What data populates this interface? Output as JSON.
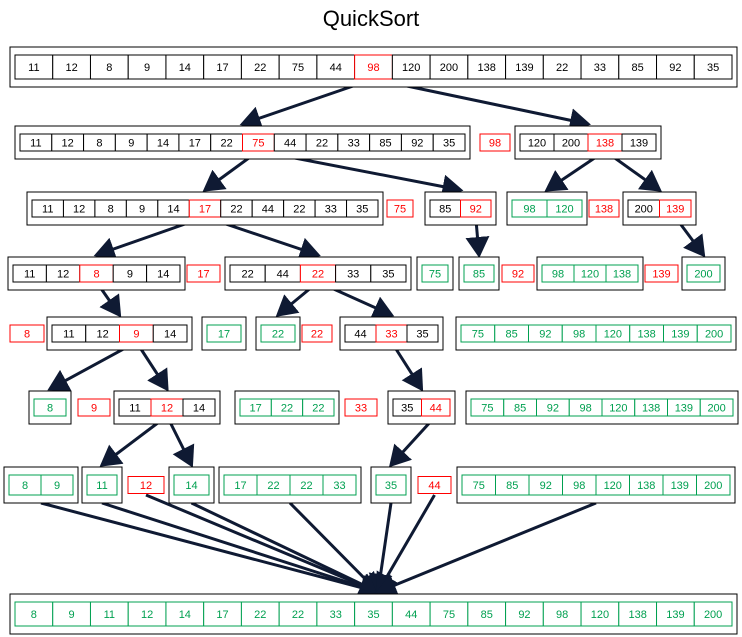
{
  "title": "QuickSort",
  "colors": {
    "default": "#000000",
    "pivot": "#ff0000",
    "sorted": "#00a050",
    "arrow": "#0f1a33"
  },
  "levels": [
    {
      "groups": [
        {
          "cells": [
            11,
            12,
            8,
            9,
            14,
            17,
            22,
            75,
            44,
            98,
            120,
            200,
            138,
            139,
            22,
            33,
            85,
            92,
            35
          ],
          "pivot_index": 9
        }
      ]
    },
    {
      "groups": [
        {
          "cells": [
            11,
            12,
            8,
            9,
            14,
            17,
            22,
            75,
            44,
            22,
            33,
            85,
            92,
            35
          ],
          "pivot_index": 7
        },
        {
          "cells": [
            98
          ],
          "pivot": true
        },
        {
          "cells": [
            120,
            200,
            138,
            139
          ],
          "pivot_index": 2
        }
      ]
    },
    {
      "groups": [
        {
          "cells": [
            11,
            12,
            8,
            9,
            14,
            17,
            22,
            44,
            22,
            33,
            35
          ],
          "pivot_index": 5
        },
        {
          "cells": [
            75
          ],
          "pivot": true
        },
        {
          "cells": [
            85,
            92
          ],
          "pivot_index": 1
        },
        {
          "cells": [
            98,
            120
          ],
          "sorted": true
        },
        {
          "cells": [
            138
          ],
          "pivot": true
        },
        {
          "cells": [
            200,
            139
          ],
          "pivot_index": 1
        }
      ]
    },
    {
      "groups": [
        {
          "cells": [
            11,
            12,
            8,
            9,
            14
          ],
          "pivot_index": 2
        },
        {
          "cells": [
            17
          ],
          "pivot": true
        },
        {
          "cells": [
            22,
            44,
            22,
            33,
            35
          ],
          "pivot_index": 2
        },
        {
          "cells": [
            75
          ],
          "sorted": true
        },
        {
          "cells": [
            85
          ],
          "sorted": true
        },
        {
          "cells": [
            92
          ],
          "pivot": true
        },
        {
          "cells": [
            98,
            120,
            138
          ],
          "sorted": true
        },
        {
          "cells": [
            139
          ],
          "pivot": true
        },
        {
          "cells": [
            200
          ],
          "sorted": true
        }
      ]
    },
    {
      "groups": [
        {
          "cells": [
            8
          ],
          "pivot": true
        },
        {
          "cells": [
            11,
            12,
            9,
            14
          ],
          "pivot_index": 2
        },
        {
          "cells": [
            17
          ],
          "sorted": true
        },
        {
          "cells": [
            22
          ],
          "sorted": true
        },
        {
          "cells": [
            22
          ],
          "pivot": true
        },
        {
          "cells": [
            44,
            33,
            35
          ],
          "pivot_index": 1
        },
        {
          "cells": [
            75,
            85,
            92,
            98,
            120,
            138,
            139,
            200
          ],
          "sorted": true
        }
      ]
    },
    {
      "groups": [
        {
          "cells": [
            8
          ],
          "sorted": true
        },
        {
          "cells": [
            9
          ],
          "pivot": true
        },
        {
          "cells": [
            11,
            12,
            14
          ],
          "pivot_index": 1
        },
        {
          "cells": [
            17,
            22,
            22
          ],
          "sorted": true
        },
        {
          "cells": [
            33
          ],
          "pivot": true
        },
        {
          "cells": [
            35,
            44
          ],
          "pivot_index": 1
        },
        {
          "cells": [
            75,
            85,
            92,
            98,
            120,
            138,
            139,
            200
          ],
          "sorted": true
        }
      ]
    },
    {
      "groups": [
        {
          "cells": [
            8,
            9
          ],
          "sorted": true
        },
        {
          "cells": [
            11
          ],
          "sorted": true
        },
        {
          "cells": [
            12
          ],
          "pivot": true
        },
        {
          "cells": [
            14
          ],
          "sorted": true
        },
        {
          "cells": [
            17,
            22,
            22,
            33
          ],
          "sorted": true
        },
        {
          "cells": [
            35
          ],
          "sorted": true
        },
        {
          "cells": [
            44
          ],
          "pivot": true
        },
        {
          "cells": [
            75,
            85,
            92,
            98,
            120,
            138,
            139,
            200
          ],
          "sorted": true
        }
      ]
    },
    {
      "groups": [
        {
          "cells": [
            8,
            9,
            11,
            12,
            14,
            17,
            22,
            22,
            33,
            35,
            44,
            75,
            85,
            92,
            98,
            120,
            138,
            139,
            200
          ],
          "sorted": true
        }
      ]
    }
  ]
}
